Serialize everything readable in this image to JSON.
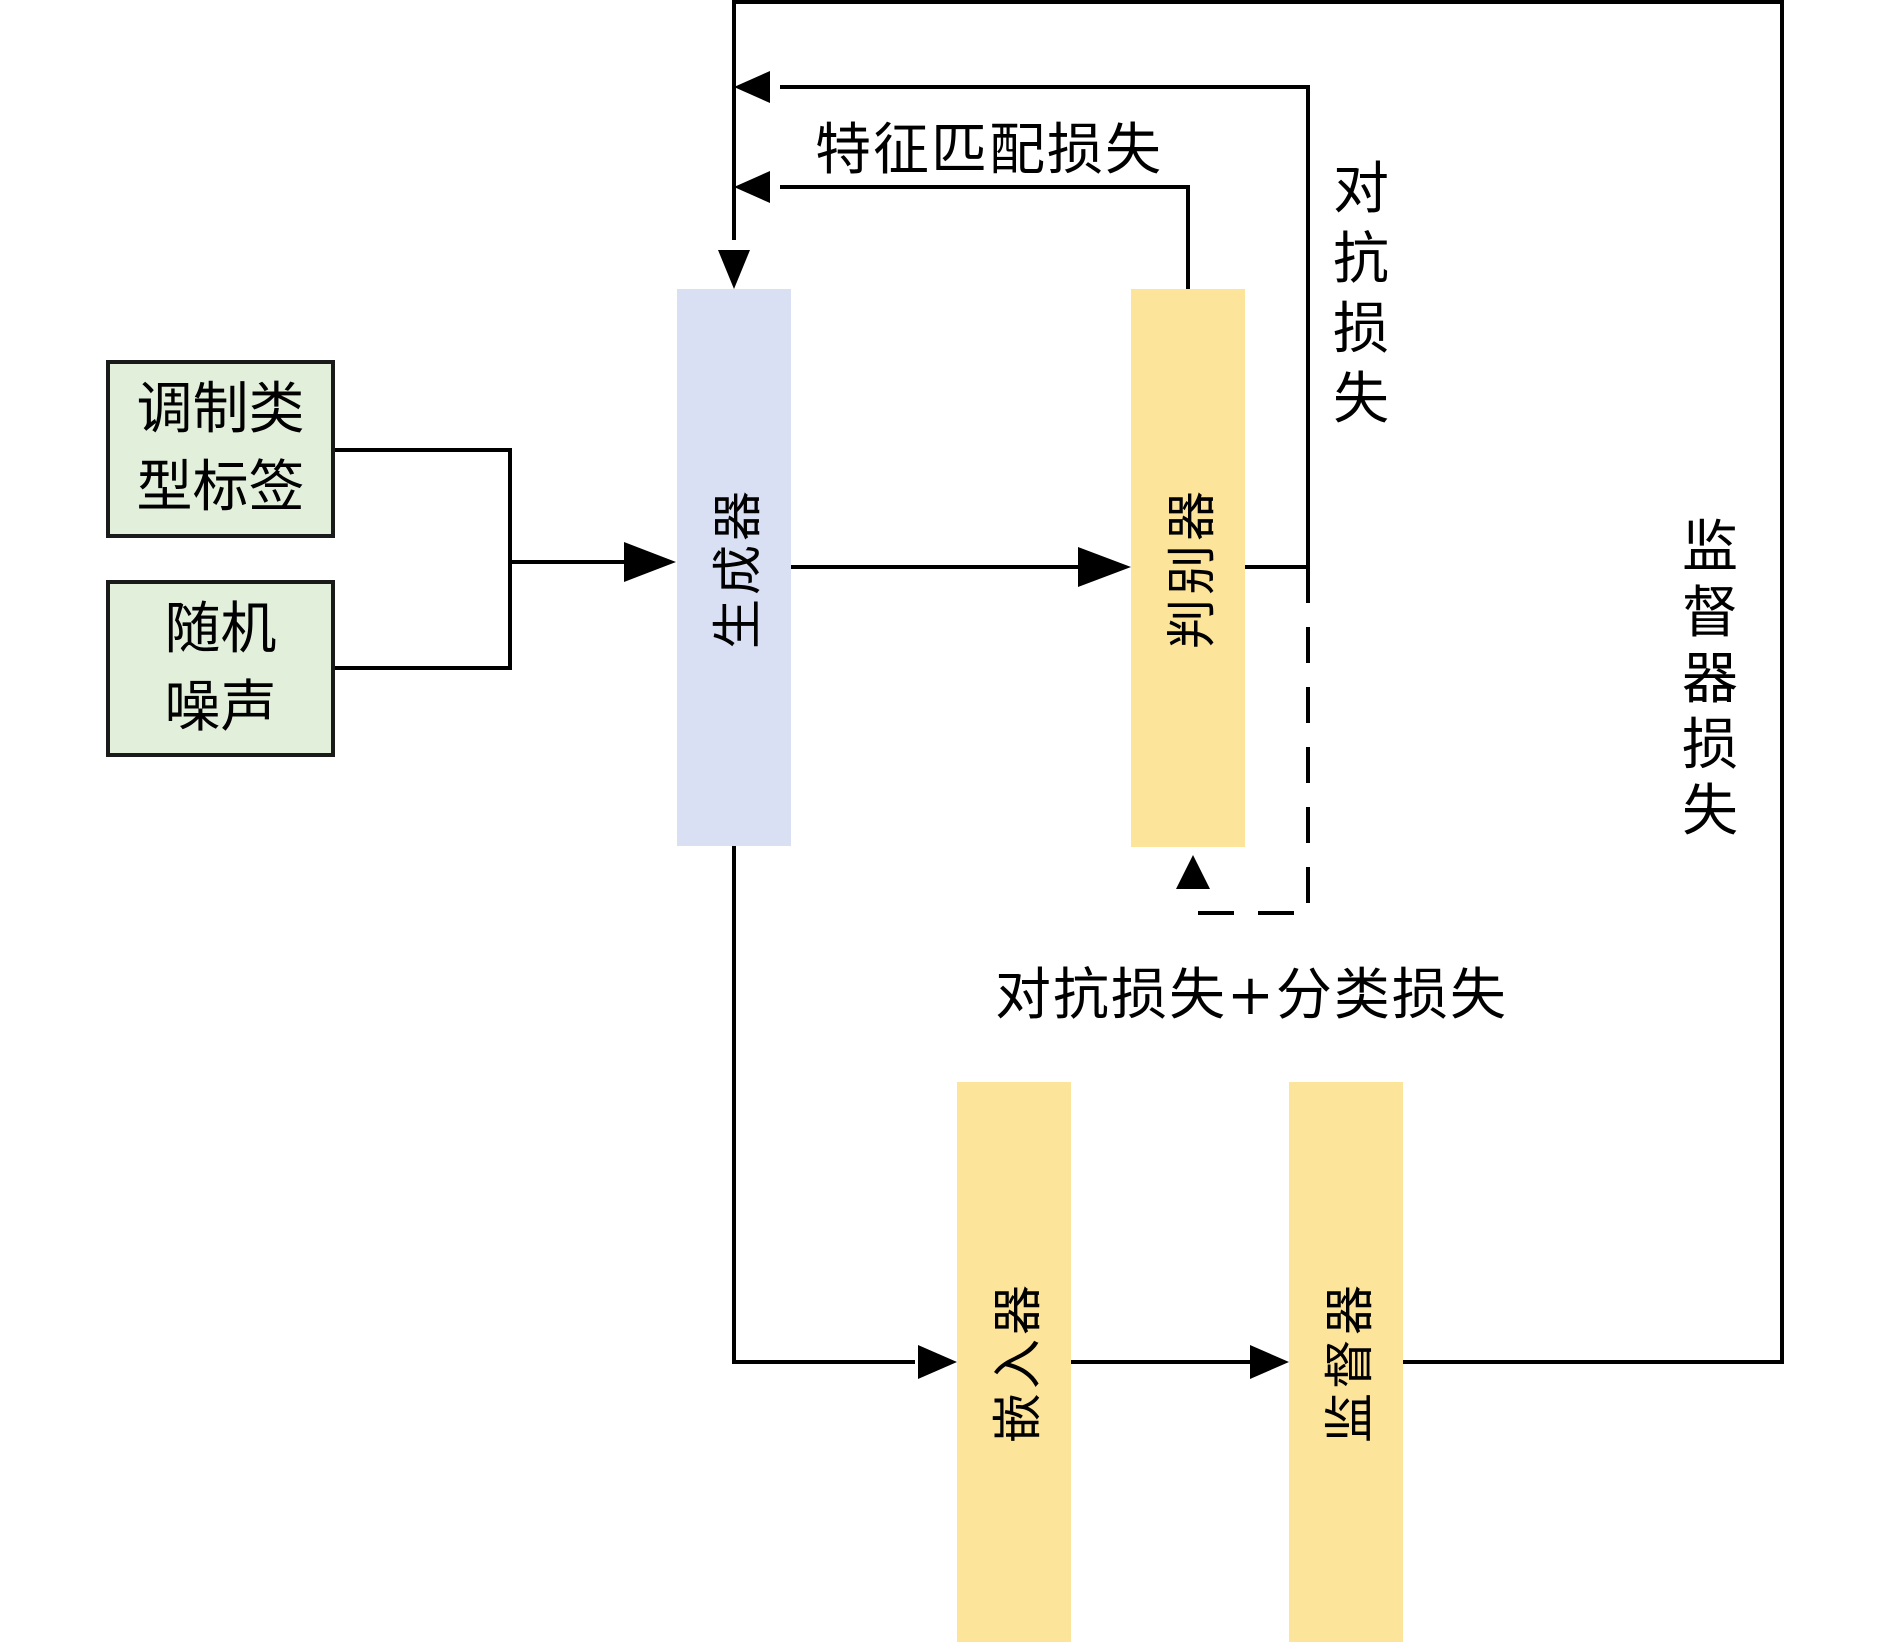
{
  "inputs": {
    "label_box": "调制类型标签",
    "label_lines": [
      "调制类",
      "型标签"
    ],
    "noise_box": "随机噪声",
    "noise_lines": [
      "随机",
      "噪声"
    ]
  },
  "blocks": {
    "generator": "生成器",
    "discriminator": "判别器",
    "embedder": "嵌入器",
    "supervisor": "监督器"
  },
  "losses": {
    "feature_matching": "特征匹配损失",
    "adversarial": "对抗损失",
    "adversarial_chars": [
      "对",
      "抗",
      "损",
      "失"
    ],
    "adv_plus_cls": "对抗损失+分类损失",
    "supervisor_loss": "监督器损失",
    "supervisor_chars": [
      "监",
      "督",
      "器",
      "损",
      "失"
    ]
  },
  "colors": {
    "generator": "#dae0f3",
    "yellow_blocks": "#fde49b",
    "input_boxes": "#e2efda",
    "lines": "#000000"
  }
}
